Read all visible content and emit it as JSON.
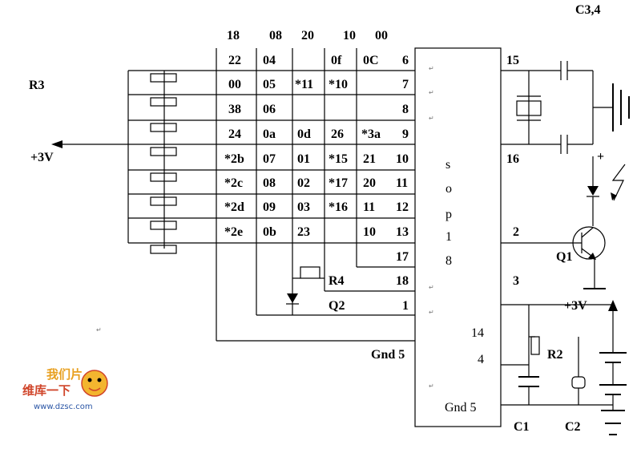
{
  "header_codes": [
    "18",
    "08",
    "20",
    "10",
    "00"
  ],
  "matrix_rows": [
    [
      "22",
      "04",
      "",
      "0f",
      "0C",
      "6"
    ],
    [
      "00",
      "05",
      "*11",
      "*10",
      "",
      "7"
    ],
    [
      "38",
      "06",
      "",
      "",
      "",
      "8"
    ],
    [
      "24",
      "0a",
      "0d",
      "26",
      "*3a",
      "9"
    ],
    [
      "*2b",
      "07",
      "01",
      "*15",
      "21",
      "10"
    ],
    [
      "*2c",
      "08",
      "02",
      "*17",
      "20",
      "11"
    ],
    [
      "*2d",
      "09",
      "03",
      "*16",
      "11",
      "12"
    ],
    [
      "*2e",
      "0b",
      "23",
      "",
      "10",
      "13"
    ]
  ],
  "extra_pins": [
    "17",
    "18",
    "1"
  ],
  "labels": {
    "r3": "R3",
    "plus3v_left": "+3V",
    "r4": "R4",
    "q2": "Q2",
    "gnd5_left": "Gnd 5",
    "c34": "C3,4",
    "pin15": "15",
    "pin16": "16",
    "plus_sign": "+",
    "pin2": "2",
    "q1": "Q1",
    "pin3": "3",
    "plus3v_right": "+3V",
    "pin14": "14",
    "pin4": "4",
    "r2": "R2",
    "gnd5_chip": "Gnd 5",
    "c1": "C1",
    "c2": "C2"
  },
  "chip_letters": [
    "s",
    "o",
    "p",
    "1",
    "8"
  ],
  "watermark": {
    "brand_cn": "维库一下",
    "url": "www.dzsc.com",
    "title_cn": "我们片"
  }
}
